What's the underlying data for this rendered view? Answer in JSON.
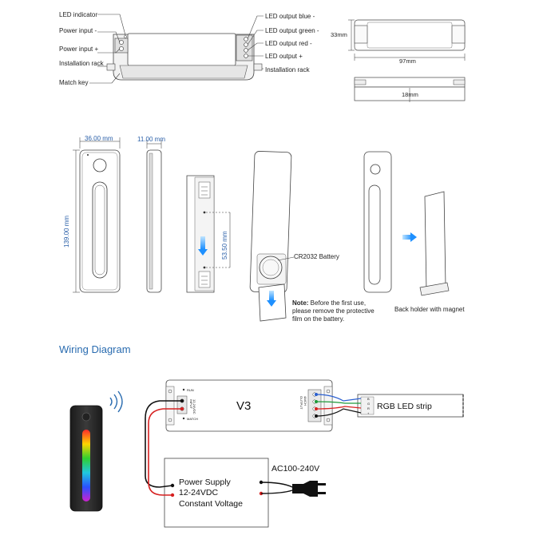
{
  "controller_labels": {
    "led_indicator": "LED indicator",
    "power_input_minus": "Power input -",
    "power_input_plus": "Power input +",
    "installation_rack_left": "Installation rack",
    "match_key": "Match key",
    "led_output_blue": "LED output blue -",
    "led_output_green": "LED output green -",
    "led_output_red": "LED output red -",
    "led_output_plus": "LED output +",
    "installation_rack_right": "Installation rack"
  },
  "controller_dims": {
    "height": "33mm",
    "length": "97mm",
    "depth": "18mm"
  },
  "remote_dims": {
    "width": "36.00 mm",
    "thickness": "11.00 mm",
    "height": "139.00 mm",
    "battery_offset": "53.50 mm"
  },
  "battery": {
    "label": "CR2032 Battery",
    "note_bold": "Note:",
    "note_line1": " Before the first use,",
    "note_line2": "please remove the protective",
    "note_line3": "film on the battery."
  },
  "holder_label": "Back holder with magnet",
  "wiring": {
    "title": "Wiring Diagram",
    "controller_name": "V3",
    "run_label": "RUN",
    "match_label": "MATCH",
    "input_label": "INPUT",
    "input_voltage": "12-24VDC",
    "output_label": "OUTPUT",
    "output_rating": "4A/CH",
    "led_strip_label": "RGB LED strip",
    "strip_pins": [
      "B",
      "G",
      "R",
      "+"
    ],
    "psu_line1": "Power Supply",
    "psu_line2": "12-24VDC",
    "psu_line3": "Constant Voltage",
    "mains_label": "AC100-240V"
  },
  "colors": {
    "accent_blue": "#2a6cb0",
    "wire_red": "#d62020",
    "wire_green": "#1f9a3a",
    "wire_blue": "#2a5fd0",
    "remote_body": "#2b2b2b"
  }
}
